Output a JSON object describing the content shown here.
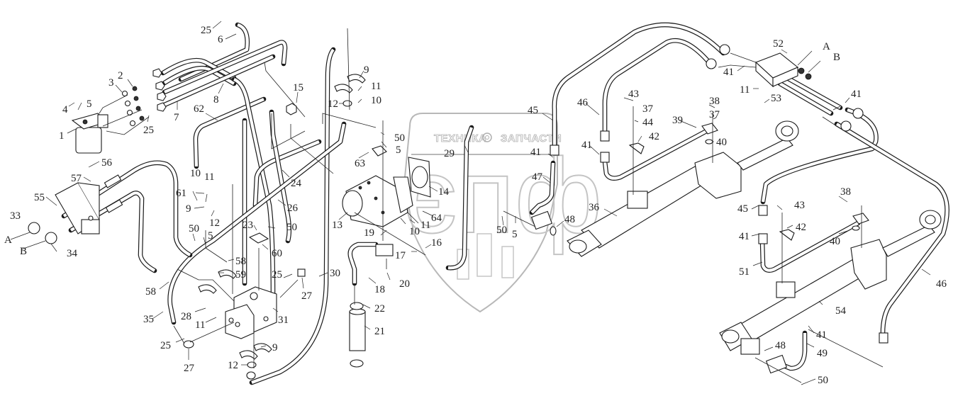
{
  "diagram": {
    "type": "exploded parts diagram",
    "subject": "hydraulic steering system - pipes, pump, valve, steering cylinders",
    "watermark": {
      "top_text_left": "ТЕХНИКА",
      "top_text_right": "ЗАПЧАСТИ",
      "gear_icon": "gear-icon",
      "big_letters": "єпф"
    },
    "port_labels": {
      "left_A": "A",
      "left_B": "B",
      "right_A": "A",
      "right_B": "B"
    },
    "callouts": [
      {
        "id": "c25a",
        "label": "25"
      },
      {
        "id": "c6",
        "label": "6"
      },
      {
        "id": "c2",
        "label": "2"
      },
      {
        "id": "c3",
        "label": "3"
      },
      {
        "id": "c4",
        "label": "4"
      },
      {
        "id": "c5a",
        "label": "5"
      },
      {
        "id": "c1",
        "label": "1"
      },
      {
        "id": "c25b",
        "label": "25"
      },
      {
        "id": "c7",
        "label": "7"
      },
      {
        "id": "c8",
        "label": "8"
      },
      {
        "id": "c62",
        "label": "62"
      },
      {
        "id": "c15",
        "label": "15"
      },
      {
        "id": "c24",
        "label": "24"
      },
      {
        "id": "c56",
        "label": "56"
      },
      {
        "id": "c57",
        "label": "57"
      },
      {
        "id": "c55",
        "label": "55"
      },
      {
        "id": "c33",
        "label": "33"
      },
      {
        "id": "c34",
        "label": "34"
      },
      {
        "id": "c10a",
        "label": "10"
      },
      {
        "id": "c11a",
        "label": "11"
      },
      {
        "id": "c61",
        "label": "61"
      },
      {
        "id": "c9a",
        "label": "9"
      },
      {
        "id": "c12a",
        "label": "12"
      },
      {
        "id": "c26",
        "label": "26"
      },
      {
        "id": "c50a",
        "label": "50"
      },
      {
        "id": "c5b",
        "label": "5"
      },
      {
        "id": "c23",
        "label": "23"
      },
      {
        "id": "c50b",
        "label": "50"
      },
      {
        "id": "c60",
        "label": "60"
      },
      {
        "id": "c58a",
        "label": "58"
      },
      {
        "id": "c59",
        "label": "59"
      },
      {
        "id": "c25c",
        "label": "25"
      },
      {
        "id": "c27a",
        "label": "27"
      },
      {
        "id": "c58b",
        "label": "58"
      },
      {
        "id": "c35",
        "label": "35"
      },
      {
        "id": "c28",
        "label": "28"
      },
      {
        "id": "c11b",
        "label": "11"
      },
      {
        "id": "c31",
        "label": "31"
      },
      {
        "id": "c25d",
        "label": "25"
      },
      {
        "id": "c27b",
        "label": "27"
      },
      {
        "id": "c9b",
        "label": "9"
      },
      {
        "id": "c12b",
        "label": "12"
      },
      {
        "id": "c30",
        "label": "30"
      },
      {
        "id": "c9c",
        "label": "9"
      },
      {
        "id": "c11c",
        "label": "11"
      },
      {
        "id": "c10b",
        "label": "10"
      },
      {
        "id": "c12c",
        "label": "12"
      },
      {
        "id": "c50c",
        "label": "50"
      },
      {
        "id": "c5c",
        "label": "5"
      },
      {
        "id": "c63",
        "label": "63"
      },
      {
        "id": "c13",
        "label": "13"
      },
      {
        "id": "c14",
        "label": "14"
      },
      {
        "id": "c64",
        "label": "64"
      },
      {
        "id": "c11d",
        "label": "11"
      },
      {
        "id": "c10c",
        "label": "10"
      },
      {
        "id": "c19",
        "label": "19"
      },
      {
        "id": "c17",
        "label": "17"
      },
      {
        "id": "c16",
        "label": "16"
      },
      {
        "id": "c18",
        "label": "18"
      },
      {
        "id": "c20",
        "label": "20"
      },
      {
        "id": "c22",
        "label": "22"
      },
      {
        "id": "c21",
        "label": "21"
      },
      {
        "id": "c29",
        "label": "29"
      },
      {
        "id": "c50d",
        "label": "50"
      },
      {
        "id": "c5d",
        "label": "5"
      },
      {
        "id": "c45a",
        "label": "45"
      },
      {
        "id": "c41a",
        "label": "41"
      },
      {
        "id": "c47",
        "label": "47"
      },
      {
        "id": "c48a",
        "label": "48"
      },
      {
        "id": "c46a",
        "label": "46"
      },
      {
        "id": "c41b",
        "label": "41"
      },
      {
        "id": "c43a",
        "label": "43"
      },
      {
        "id": "c37a",
        "label": "37"
      },
      {
        "id": "c44",
        "label": "44"
      },
      {
        "id": "c42a",
        "label": "42"
      },
      {
        "id": "c39",
        "label": "39"
      },
      {
        "id": "c38a",
        "label": "38"
      },
      {
        "id": "c37b",
        "label": "37"
      },
      {
        "id": "c40a",
        "label": "40"
      },
      {
        "id": "c36",
        "label": "36"
      },
      {
        "id": "c41c",
        "label": "41"
      },
      {
        "id": "c52",
        "label": "52"
      },
      {
        "id": "c11e",
        "label": "11"
      },
      {
        "id": "c53",
        "label": "53"
      },
      {
        "id": "c41d",
        "label": "41"
      },
      {
        "id": "c45b",
        "label": "45"
      },
      {
        "id": "c43b",
        "label": "43"
      },
      {
        "id": "c38b",
        "label": "38"
      },
      {
        "id": "c42b",
        "label": "42"
      },
      {
        "id": "c41e",
        "label": "41"
      },
      {
        "id": "c40b",
        "label": "40"
      },
      {
        "id": "c51",
        "label": "51"
      },
      {
        "id": "c46b",
        "label": "46"
      },
      {
        "id": "c54",
        "label": "54"
      },
      {
        "id": "c41f",
        "label": "41"
      },
      {
        "id": "c48b",
        "label": "48"
      },
      {
        "id": "c49",
        "label": "49"
      },
      {
        "id": "c50e",
        "label": "50"
      }
    ]
  }
}
